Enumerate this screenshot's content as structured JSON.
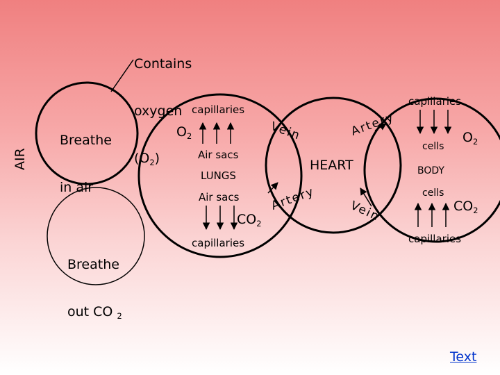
{
  "oxygen_note": {
    "line1": "Contains",
    "line2": "oxygen",
    "line3": "(O",
    "line3_sub": "2",
    "line3_end": ")"
  },
  "air": {
    "label": "AIR"
  },
  "breathe_in": {
    "line1": "Breathe",
    "line2": "in air"
  },
  "breathe_out": {
    "line1": "Breathe",
    "line2": "out CO",
    "line2_sub": "2"
  },
  "lungs": {
    "label": "LUNGS",
    "capillaries_top": "capillaries",
    "capillaries_bottom": "capillaries",
    "air_sacs_top": "Air sacs",
    "air_sacs_bottom": "Air sacs",
    "o2": "O",
    "o2_sub": "2",
    "co2": "CO",
    "co2_sub": "2"
  },
  "heart": {
    "label": "HEART"
  },
  "vessels": {
    "vein_top": "Vein",
    "artery_top": "Artery",
    "artery_bottom": "Artery",
    "vein_bottom": "Vein"
  },
  "body": {
    "label": "BODY",
    "capillaries_top": "capillaries",
    "capillaries_bottom": "capillaries",
    "cells_top": "cells",
    "cells_bottom": "cells",
    "o2": "O",
    "o2_sub": "2",
    "co2": "CO",
    "co2_sub": "2"
  },
  "footer": {
    "link": "Text"
  },
  "colors": {
    "stroke": "#000000",
    "link": "#0033cc",
    "bg_top": "#f08080",
    "bg_bottom": "#ffffff"
  }
}
